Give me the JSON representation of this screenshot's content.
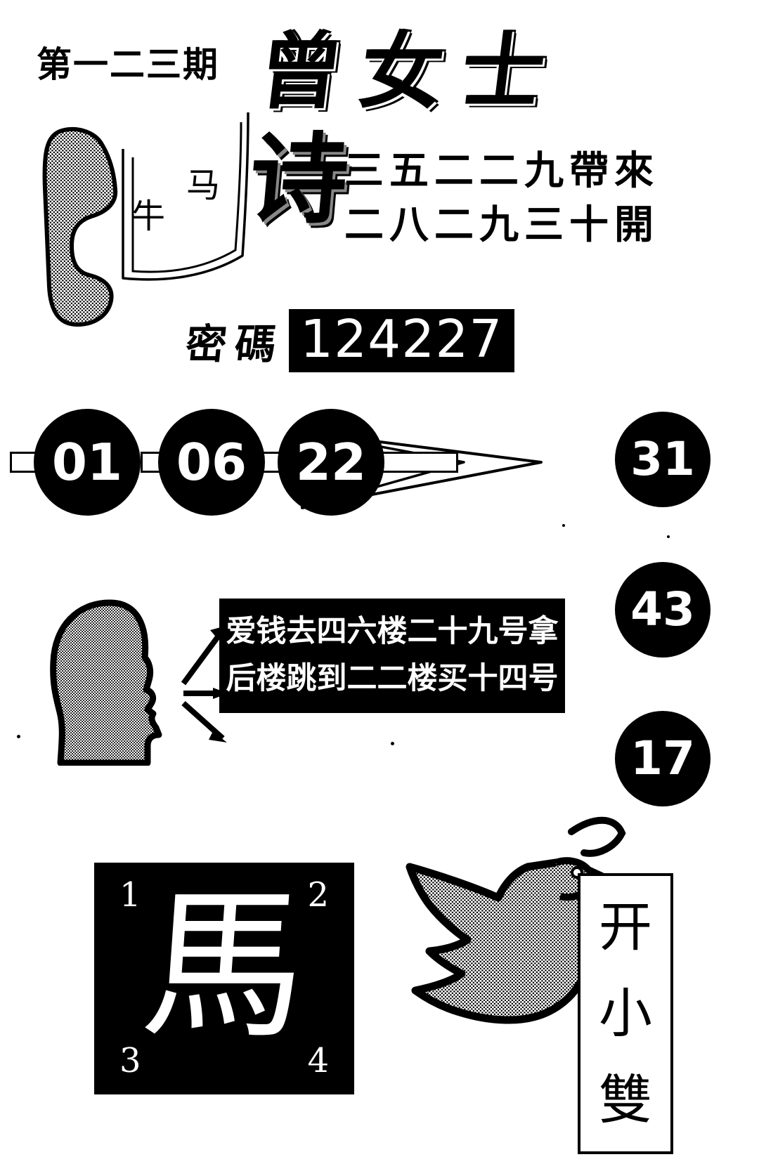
{
  "header": {
    "issue_label": "第一二三期",
    "brand_title": "曾女士"
  },
  "banner": {
    "char_left": "牛",
    "char_right": "马",
    "poem_char": "诗",
    "handset_icon": "telephone-handset-icon"
  },
  "poem": {
    "line1": "三五二二九帶來",
    "line2": "二八二九三十開"
  },
  "password": {
    "label": "密碼",
    "value": "124227"
  },
  "balls": {
    "row": [
      "01",
      "06",
      "22"
    ],
    "column": [
      "31",
      "43",
      "17"
    ]
  },
  "speech": {
    "speaker_icon": "head-silhouette-icon",
    "line1": "爱钱去四六楼二十九号拿",
    "line2": "后楼跳到二二楼买十四号"
  },
  "zodiac_block": {
    "character": "馬",
    "corners": [
      "1",
      "2",
      "3",
      "4"
    ]
  },
  "dove": {
    "icon": "dove-bird-icon"
  },
  "vertical_tag": {
    "chars": [
      "开",
      "小",
      "雙"
    ]
  },
  "colors": {
    "ink": "#000000",
    "paper": "#ffffff",
    "halftone": "#9a9a9a"
  }
}
